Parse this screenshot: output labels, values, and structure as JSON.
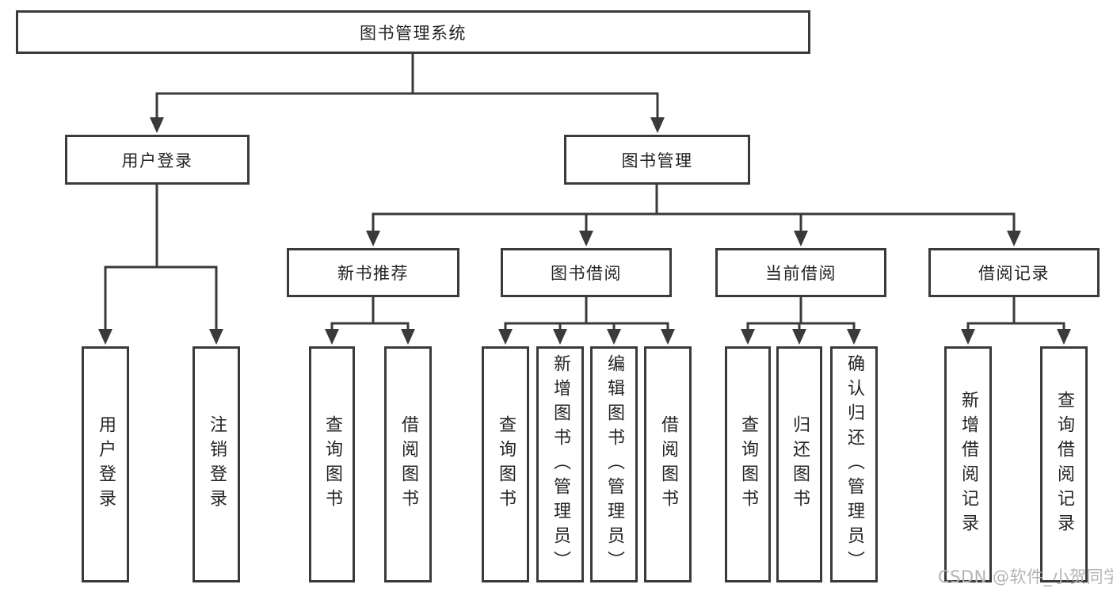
{
  "diagram": {
    "root": "图书管理系统",
    "level2": [
      "用户登录",
      "图书管理"
    ],
    "level3": [
      "新书推荐",
      "图书借阅",
      "当前借阅",
      "借阅记录"
    ],
    "leaves": {
      "login": [
        "用户登录",
        "注销登录"
      ],
      "recommend": [
        "查询图书",
        "借阅图书"
      ],
      "borrow": [
        "查询图书",
        "新增图书（管理员）",
        "编辑图书（管理员）",
        "借阅图书"
      ],
      "current": [
        "查询图书",
        "归还图书",
        "确认归还（管理员）"
      ],
      "records": [
        "新增借阅记录",
        "查询借阅记录"
      ]
    }
  },
  "watermark": "CSDN @软件_小贺同学",
  "colors": {
    "line": "#3a3a3a",
    "text": "#242424",
    "watermark": "#b3b3b3",
    "background": "#ffffff"
  }
}
